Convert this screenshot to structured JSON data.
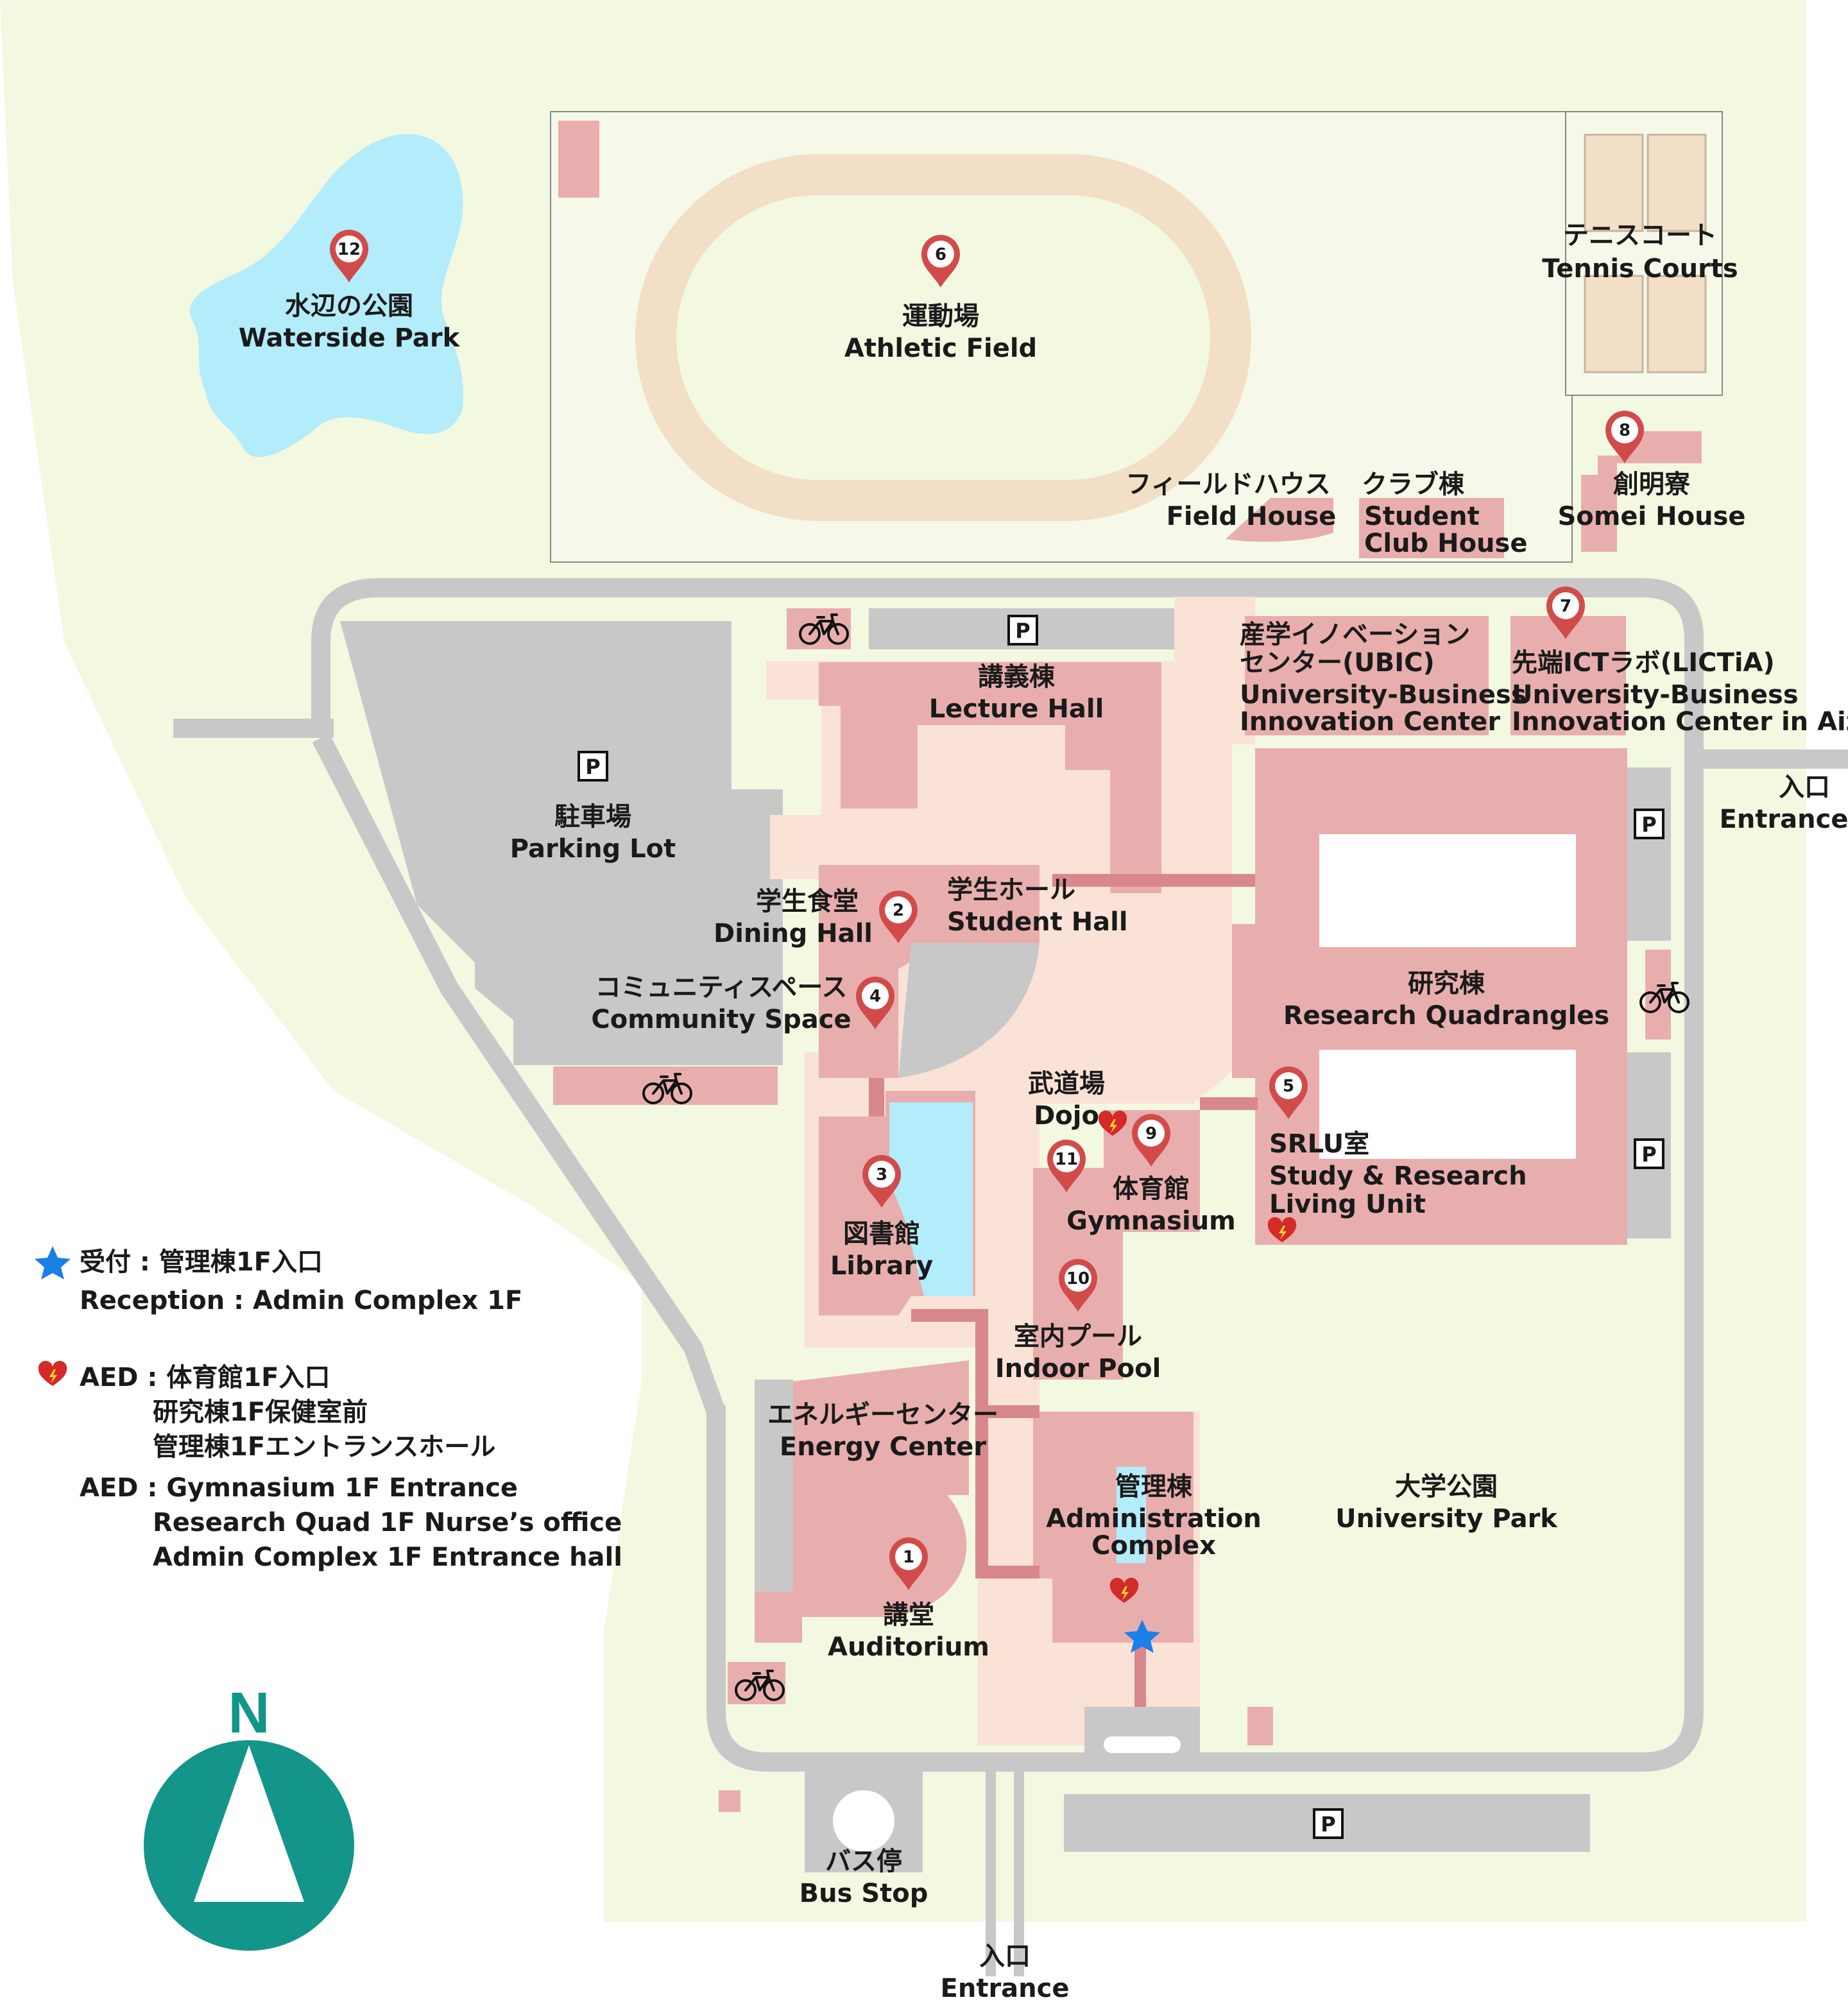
{
  "map": {
    "waterside_park": {
      "num": "12",
      "ja": "水辺の公園",
      "en": "Waterside Park"
    },
    "athletic_field": {
      "num": "6",
      "ja": "運動場",
      "en": "Athletic Field"
    },
    "tennis_courts": {
      "ja": "テニスコート",
      "en": "Tennis Courts"
    },
    "somei_house": {
      "num": "8",
      "ja": "創明寮",
      "en": "Somei House"
    },
    "field_house": {
      "ja": "フィールドハウス",
      "en": "Field House"
    },
    "club_house": {
      "ja": "クラブ棟",
      "en1": "Student",
      "en2": "Club House"
    },
    "ubic": {
      "ja1": "産学イノベーション",
      "ja2": "センター(UBIC)",
      "en1": "University-Business",
      "en2": "Innovation Center"
    },
    "lictia": {
      "num": "7",
      "ja": "先端ICTラボ(LICTiA)",
      "en1": "University-Business",
      "en2": "Innovation Center in Aizu"
    },
    "lecture_hall": {
      "ja": "講義棟",
      "en": "Lecture Hall"
    },
    "parking_lot": {
      "ja": "駐車場",
      "en": "Parking Lot"
    },
    "dining_hall": {
      "num": "2",
      "ja": "学生食堂",
      "en": "Dining Hall"
    },
    "student_hall": {
      "ja": "学生ホール",
      "en": "Student Hall"
    },
    "community_space": {
      "num": "4",
      "ja": "コミュニティスペース",
      "en": "Community Space"
    },
    "research_quads": {
      "ja": "研究棟",
      "en": "Research Quadrangles"
    },
    "dojo": {
      "ja": "武道場",
      "en": "Dojo"
    },
    "srlu": {
      "num": "5",
      "ja": "SRLU室",
      "en1": "Study & Research",
      "en2": "Living Unit"
    },
    "gymnasium": {
      "num": "9",
      "ja": "体育館",
      "en": "Gymnasium"
    },
    "pin11": {
      "num": "11"
    },
    "library": {
      "num": "3",
      "ja": "図書館",
      "en": "Library"
    },
    "indoor_pool": {
      "num": "10",
      "ja": "室内プール",
      "en": "Indoor Pool"
    },
    "energy_center": {
      "ja": "エネルギーセンター",
      "en": "Energy Center"
    },
    "admin_complex": {
      "ja": "管理棟",
      "en1": "Administration",
      "en2": "Complex"
    },
    "university_park": {
      "ja": "大学公園",
      "en": "University Park"
    },
    "auditorium": {
      "num": "1",
      "ja": "講堂",
      "en": "Auditorium"
    },
    "bus_stop": {
      "ja": "バス停",
      "en": "Bus Stop"
    },
    "entrance_east": {
      "ja": "入口",
      "en": "Entrance"
    },
    "entrance_south": {
      "ja": "入口",
      "en": "Entrance"
    },
    "parking_symbol": "P",
    "north": "N"
  },
  "legend": {
    "reception_ja": "受付 : 管理棟1F入口",
    "reception_en": "Reception : Admin Complex 1F",
    "aed_ja_1": "AED : 体育館1F入口",
    "aed_ja_2": "研究棟1F保健室前",
    "aed_ja_3": "管理棟1Fエントランスホール",
    "aed_en_1": "AED : Gymnasium 1F Entrance",
    "aed_en_2": "Research Quad 1F Nurse’s office",
    "aed_en_3": "Admin Complex 1F Entrance hall"
  },
  "colors": {
    "ground": "#f3f8e1",
    "road": "#c8c8c8",
    "building": "#e8aeae",
    "plaza": "#fbe2d6",
    "water": "#b3ecfb",
    "track": "#f2dfc6",
    "pin": "#d24b4b",
    "teal": "#13958a",
    "reception_star": "#1a7fe8"
  }
}
